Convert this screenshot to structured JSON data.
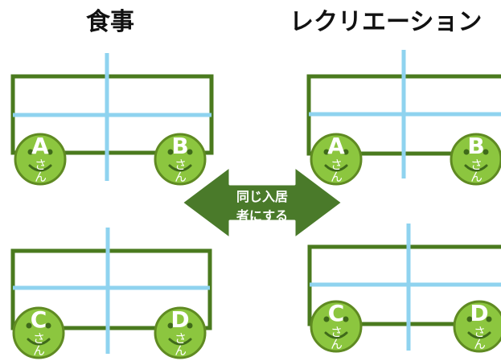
{
  "titles": {
    "left": "食事",
    "right": "レクリエーション"
  },
  "arrow": {
    "line1": "同じ入居",
    "line2": "者にする"
  },
  "residents": {
    "a": {
      "letter": "A",
      "label": "さん"
    },
    "b": {
      "letter": "B",
      "label": "さん"
    },
    "c": {
      "letter": "C",
      "label": "さん"
    },
    "d": {
      "letter": "D",
      "label": "さん"
    }
  },
  "colors": {
    "table_border": "#4a7a1e",
    "cross_lines": "#8fd3ef",
    "face_fill": "#8cc63f",
    "face_border": "#5f8a22",
    "arrow_fill": "#4a7a2a",
    "text_white": "#ffffff"
  }
}
